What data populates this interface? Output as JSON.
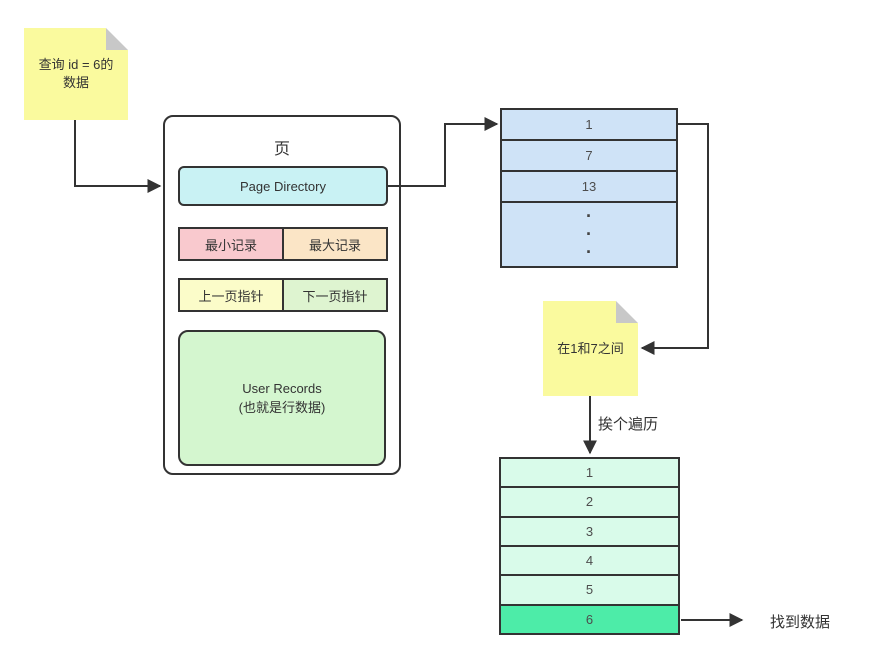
{
  "notes": {
    "query": {
      "line1": "查询 id = 6的",
      "line2": "数据"
    },
    "between": {
      "text": "在1和7之间"
    }
  },
  "page": {
    "title": "页",
    "page_directory": "Page Directory",
    "min_record": "最小记录",
    "max_record": "最大记录",
    "prev_pointer": "上一页指针",
    "next_pointer": "下一页指针",
    "user_records_line1": "User Records",
    "user_records_line2": "(也就是行数据)"
  },
  "directory_table": {
    "rows": [
      "1",
      "7",
      "13"
    ],
    "dot": "·"
  },
  "records_table": {
    "rows": [
      "1",
      "2",
      "3",
      "4",
      "5",
      "6"
    ],
    "highlighted_row": "6"
  },
  "labels": {
    "traverse": "挨个遍历",
    "found": "找到数据"
  },
  "colors": {
    "note_yellow": "#fafa9e",
    "page_directory_cyan": "#c9f2f4",
    "min_record_pink": "#f9c9ce",
    "max_record_peach": "#fbe5c6",
    "prev_pointer_yellow": "#fbfcc9",
    "next_pointer_green": "#def4d0",
    "user_records_green": "#d4f6cf",
    "directory_table_blue": "#cfe3f7",
    "records_table_mint": "#d9fbea",
    "highlight_green": "#4deca8",
    "line_color": "#333333"
  }
}
